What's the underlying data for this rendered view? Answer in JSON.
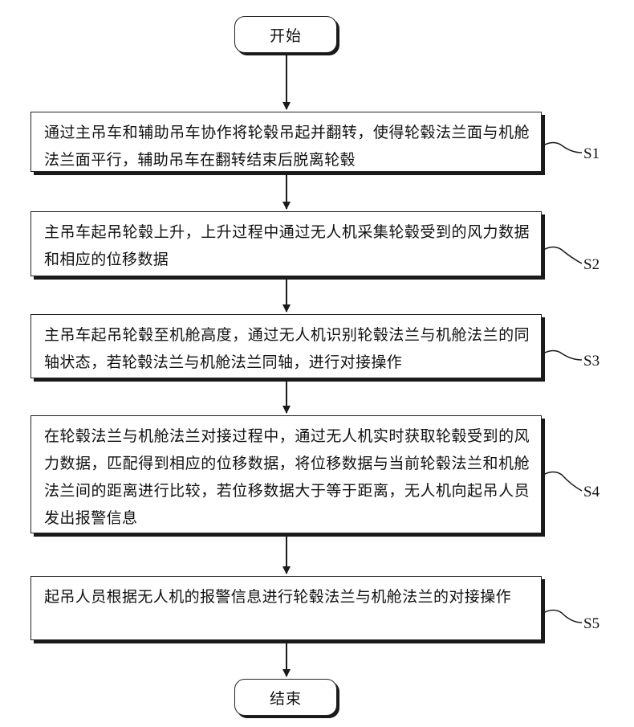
{
  "start": {
    "label": "开始"
  },
  "end": {
    "label": "结束"
  },
  "steps": [
    {
      "id": "S1",
      "text": "通过主吊车和辅助吊车协作将轮毂吊起并翻转，使得轮毂法兰面与机舱法兰面平行，辅助吊车在翻转结束后脱离轮毂"
    },
    {
      "id": "S2",
      "text": "主吊车起吊轮毂上升，上升过程中通过无人机采集轮毂受到的风力数据和相应的位移数据"
    },
    {
      "id": "S3",
      "text": "主吊车起吊轮毂至机舱高度，通过无人机识别轮毂法兰与机舱法兰的同轴状态，若轮毂法兰与机舱法兰同轴，进行对接操作"
    },
    {
      "id": "S4",
      "text": "在轮毂法兰与机舱法兰对接过程中，通过无人机实时获取轮毂受到的风力数据，匹配得到相应的位移数据，将位移数据与当前轮毂法兰和机舱法兰间的距离进行比较，若位移数据大于等于距离，无人机向起吊人员发出报警信息"
    },
    {
      "id": "S5",
      "text": "起吊人员根据无人机的报警信息进行轮毂法兰与机舱法兰的对接操作"
    }
  ]
}
